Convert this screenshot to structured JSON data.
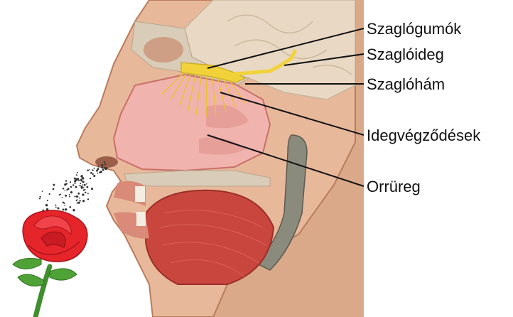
{
  "labels": {
    "olfactory_bulb": "Szaglógumók",
    "olfactory_nerve": "Szaglóideg",
    "olfactory_epithelium": "Szaglóhám",
    "nerve_endings": "Idegvégződések",
    "nasal_cavity": "Orrüreg"
  },
  "colors": {
    "skin": "#e8b89a",
    "skin_dark": "#c98c6e",
    "muscle": "#c8463e",
    "nasal_cavity": "#f1b3ad",
    "brain": "#e9d9c4",
    "bone": "#d9ccb8",
    "nerve": "#f2d23a",
    "rose": "#e6252b",
    "stem": "#3f8f2e",
    "leader_line": "#111111"
  },
  "icons": {
    "flower": "rose-icon",
    "scent": "scent-particles"
  }
}
